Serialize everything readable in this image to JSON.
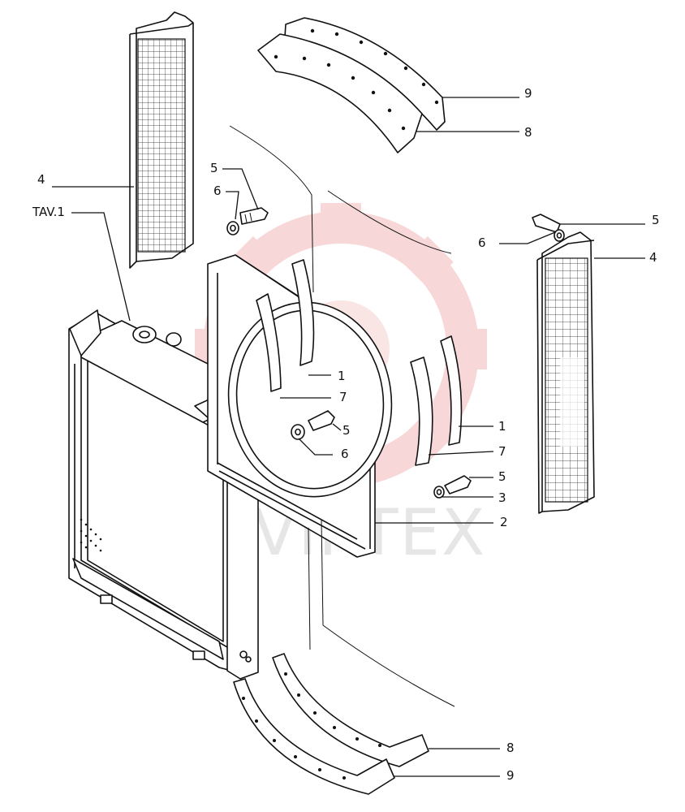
{
  "watermark": {
    "text": "VIRTEX",
    "gear_color": "#f2b8b8"
  },
  "callouts": {
    "c9_top": "9",
    "c8_top": "8",
    "c5_upleft": "5",
    "c6_upleft": "6",
    "c4_left": "4",
    "tav": "TAV.1",
    "c5_right": "5",
    "c6_right": "6",
    "c4_right": "4",
    "c1_mid": "1",
    "c7_mid": "7",
    "c5_mid": "5",
    "c6_mid": "6",
    "c1_right": "1",
    "c7_right": "7",
    "c5_low": "5",
    "c3_low": "3",
    "c2_low": "2",
    "c8_bottom": "8",
    "c9_bottom": "9"
  }
}
